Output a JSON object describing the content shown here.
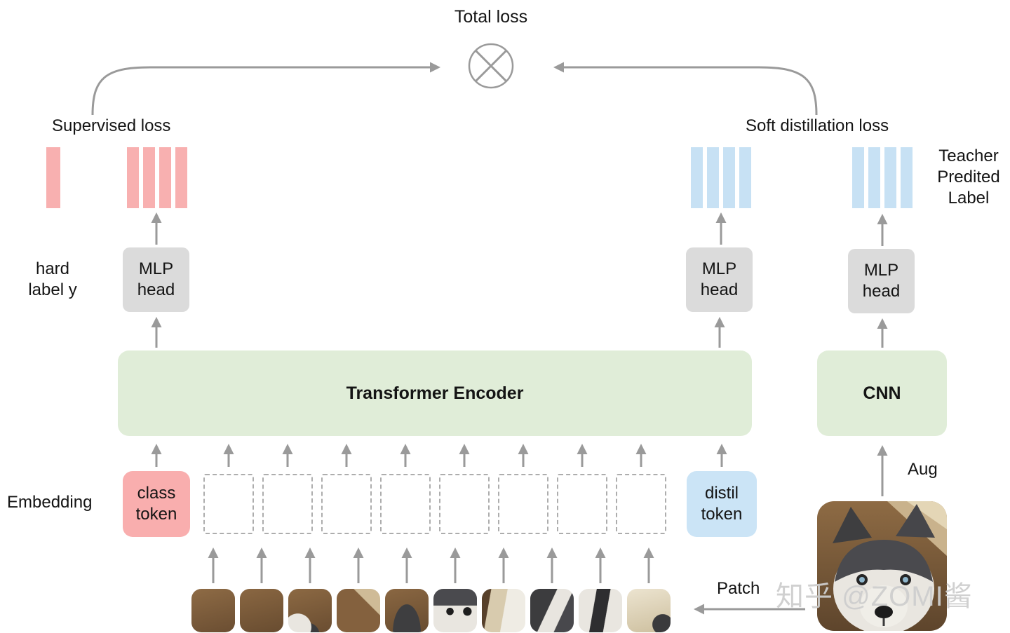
{
  "header": {
    "total_loss": "Total loss"
  },
  "losses": {
    "supervised": "Supervised loss",
    "soft_distillation": "Soft distillation loss"
  },
  "side_labels": {
    "hard_label": [
      "hard",
      "label y"
    ],
    "teacher_predicted": [
      "Teacher",
      "Predited",
      "Label"
    ],
    "embedding": "Embedding",
    "aug": "Aug",
    "patch": "Patch"
  },
  "boxes": {
    "mlp_head": [
      "MLP",
      "head"
    ],
    "transformer_encoder": "Transformer Encoder",
    "cnn": "CNN",
    "class_token": [
      "class",
      "token"
    ],
    "distil_token": [
      "distil",
      "token"
    ]
  },
  "bar_groups": {
    "hard_label_bar": {
      "count": 1,
      "color": "#F8B0B0"
    },
    "class_head_logits": {
      "count": 4,
      "color": "#F8B0B0"
    },
    "distil_head_logits": {
      "count": 4,
      "color": "#C7E1F4"
    },
    "teacher_logits": {
      "count": 4,
      "color": "#C7E1F4"
    }
  },
  "embedding_row": {
    "dashed_patch_slots": 8
  },
  "patch_row": {
    "patch_count": 10
  },
  "watermark": "知乎 @ZOMI酱",
  "colors": {
    "arrow": "#9A9A9A",
    "pink": "#F8B0B0",
    "blue": "#C7E1F4",
    "green": "#E0EDD8",
    "gray_box": "#DBDBDB",
    "dashed_border": "#ADADAD"
  }
}
